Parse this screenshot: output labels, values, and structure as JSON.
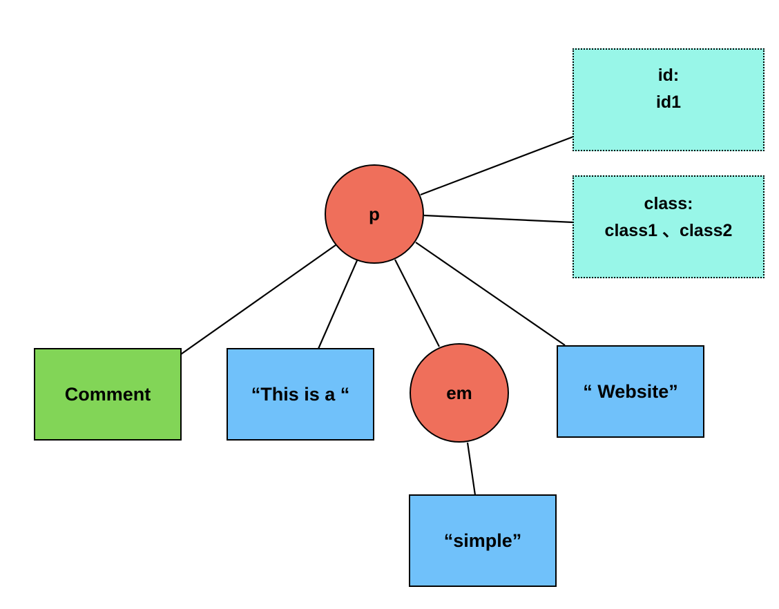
{
  "nodes": {
    "p": "p",
    "em": "em",
    "comment": "Comment",
    "this_is_a": "“This is a “",
    "website": "“ Website”",
    "simple": "“simple”"
  },
  "attributes": {
    "id_label": "id:",
    "id_value": "id1",
    "class_label": "class:",
    "class_value": "class1 、class2"
  },
  "colors": {
    "element": "#ef6f5b",
    "text": "#70c1fa",
    "comment": "#82d557",
    "attribute": "#98f6e8"
  }
}
